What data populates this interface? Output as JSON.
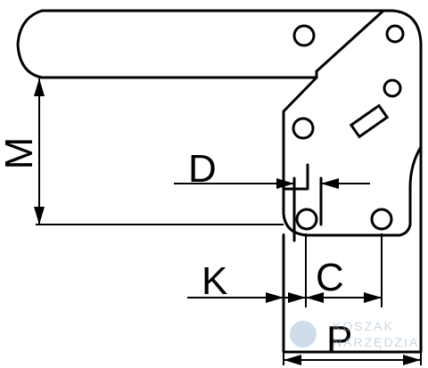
{
  "labels": {
    "m": "M",
    "d": "D",
    "k": "K",
    "c": "C",
    "p": "P"
  },
  "watermark": {
    "line1": "KOSZAK",
    "line2": "NARZĘDZIA",
    "icon": "wrench-icon"
  },
  "colors": {
    "line": "#000000",
    "watermark": "#9fb3c8"
  }
}
